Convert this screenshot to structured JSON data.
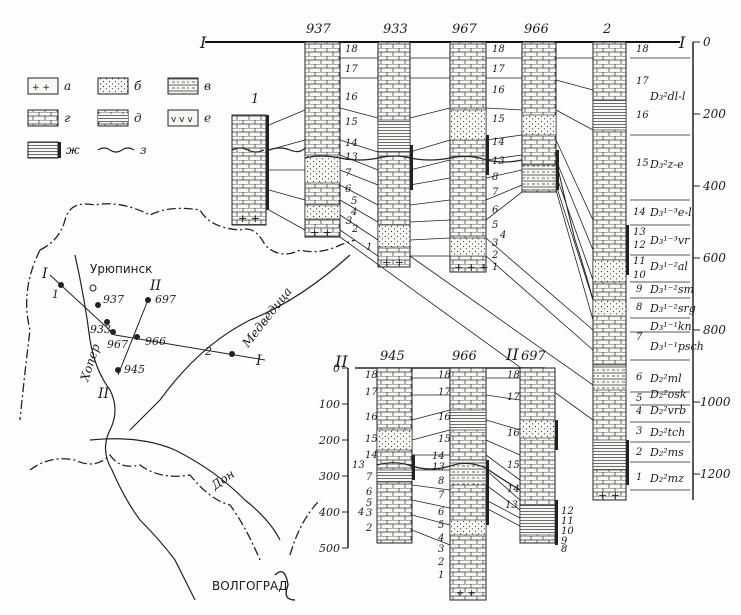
{
  "section1": {
    "roman": "I",
    "well_headers": [
      "937",
      "933",
      "967",
      "966",
      "2"
    ],
    "well_short": "1",
    "scale_ticks": [
      "0",
      "200",
      "400",
      "600",
      "800",
      "1000",
      "1200"
    ],
    "layers_937": [
      "18",
      "17",
      "16",
      "15",
      "14",
      "13",
      "7",
      "6",
      "5",
      "4",
      "3",
      "2",
      "1"
    ],
    "layers_967": [
      "18",
      "17",
      "16",
      "15",
      "14",
      "13",
      "8",
      "7",
      "6",
      "5",
      "4",
      "3",
      "2",
      "1"
    ],
    "layers_2": [
      "18",
      "17",
      "16",
      "15",
      "14",
      "13",
      "12",
      "11",
      "10",
      "9",
      "8",
      "7",
      "6",
      "5",
      "4",
      "3",
      "2",
      "1"
    ]
  },
  "section2": {
    "roman": "II",
    "well_headers": [
      "945",
      "966",
      "697"
    ],
    "scale_ticks": [
      "0",
      "100",
      "200",
      "300",
      "400",
      "500"
    ],
    "layers_945": [
      "18",
      "17",
      "16",
      "15",
      "14",
      "13",
      "7",
      "6",
      "5",
      "3",
      "4",
      "2"
    ],
    "layers_966": [
      "18",
      "17",
      "16",
      "15",
      "14",
      "13",
      "8",
      "7",
      "6",
      "5",
      "4",
      "3",
      "2",
      "1"
    ],
    "layers_697": [
      "18",
      "17",
      "16",
      "15",
      "14",
      "13",
      "12",
      "11",
      "10",
      "9",
      "8"
    ]
  },
  "stratigraphy": [
    "D₃²dl-l",
    "D₃²z-e",
    "D₃¹⁻³e-l",
    "D₃¹⁻³vr",
    "D₃¹⁻²al",
    "D₃¹⁻²sm",
    "D₃¹⁻²srg",
    "D₃¹⁻¹kn",
    "D₃¹⁻¹psch",
    "D₂²ml",
    "D₂²osk",
    "D₂²vrb",
    "D₂²tch",
    "D₂²ms",
    "D₂²mz"
  ],
  "legend": {
    "items": [
      "а",
      "б",
      "в",
      "г",
      "д",
      "е",
      "ж",
      "з"
    ],
    "patterns": [
      "crosses",
      "dots",
      "wave-lines",
      "brick",
      "brick-dark",
      "v-marks",
      "lines",
      "wavy"
    ]
  },
  "map": {
    "city_north": "Урюпинск",
    "city_south": "ВОЛГОГРАД",
    "river_1": "Хопер",
    "river_2": "Медведица",
    "river_3": "Дон",
    "line_labels": [
      "I",
      "1",
      "937",
      "933",
      "967",
      "966",
      "945",
      "697",
      "II",
      "2",
      "I",
      "II"
    ]
  }
}
